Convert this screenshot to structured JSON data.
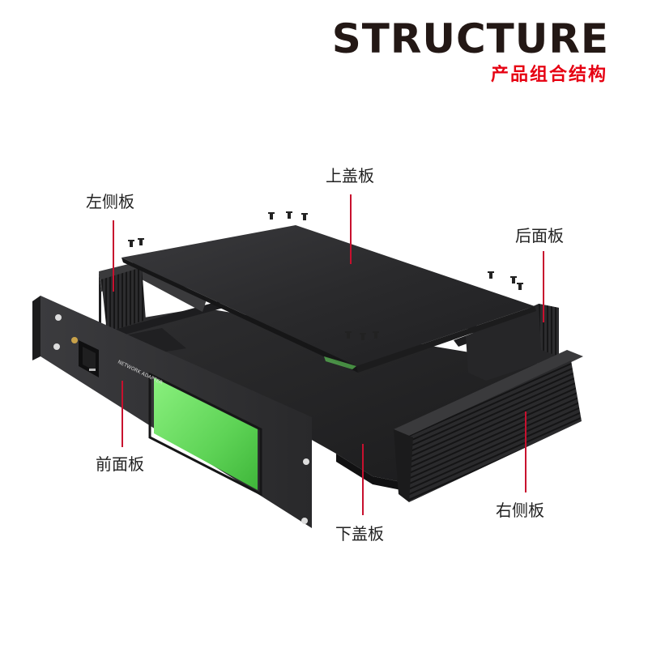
{
  "header": {
    "title": "STRUCTURE",
    "subtitle": "产品组合结构"
  },
  "parts": {
    "top_cover": "上盖板",
    "left_side": "左侧板",
    "rear_panel": "后面板",
    "front_panel": "前面板",
    "bottom_cover": "下盖板",
    "right_side": "右侧板"
  },
  "device": {
    "front_text_line1": "NETWORK ADAPTER"
  },
  "colors": {
    "title": "#231815",
    "subtitle": "#e60012",
    "leader_line": "#c8102e",
    "panel_dark": "#2b2b2d",
    "display_green": "#6fdc68"
  }
}
